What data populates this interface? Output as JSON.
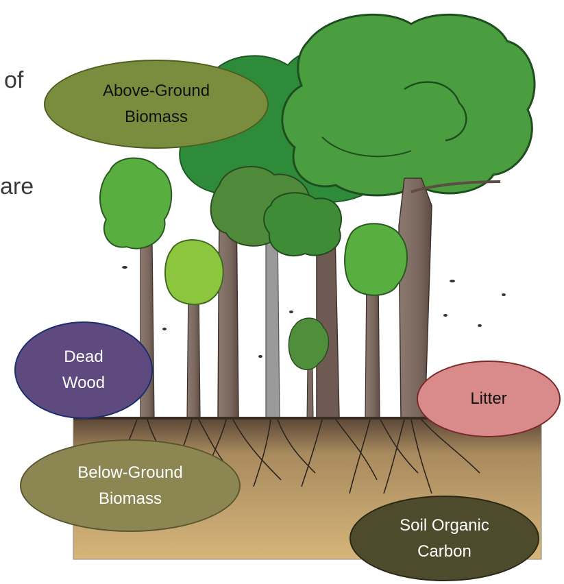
{
  "side_text": {
    "line1": "of",
    "line2": "are"
  },
  "pools": {
    "above_ground": {
      "label": "Above-Ground\nBiomass",
      "fill": "#7a8c3e",
      "border": "#4f5d1f",
      "text_color": "#111111"
    },
    "dead_wood": {
      "label": "Dead\nWood",
      "fill": "#5f4a80",
      "border": "#1a2e6e",
      "text_color": "#ffffff"
    },
    "litter": {
      "label": "Litter",
      "fill": "#d98b8b",
      "border": "#7a2a2a",
      "text_color": "#111111"
    },
    "below_ground": {
      "label": "Below-Ground\nBiomass",
      "fill": "#8c8652",
      "border": "#5a5630",
      "text_color": "#ffffff"
    },
    "soil_organic_carbon": {
      "label": "Soil Organic\nCarbon",
      "fill": "#4e4a2c",
      "border": "#2a2814",
      "text_color": "#ffffff"
    }
  },
  "colors": {
    "soil": "#c8a46a",
    "soil_top": "#4a3b2d",
    "trunk": "#7d6a60",
    "root": "#2b2420",
    "canopy_dark": "#2e8b3a",
    "canopy_mid": "#4cab45",
    "canopy_light": "#8cc63e"
  }
}
